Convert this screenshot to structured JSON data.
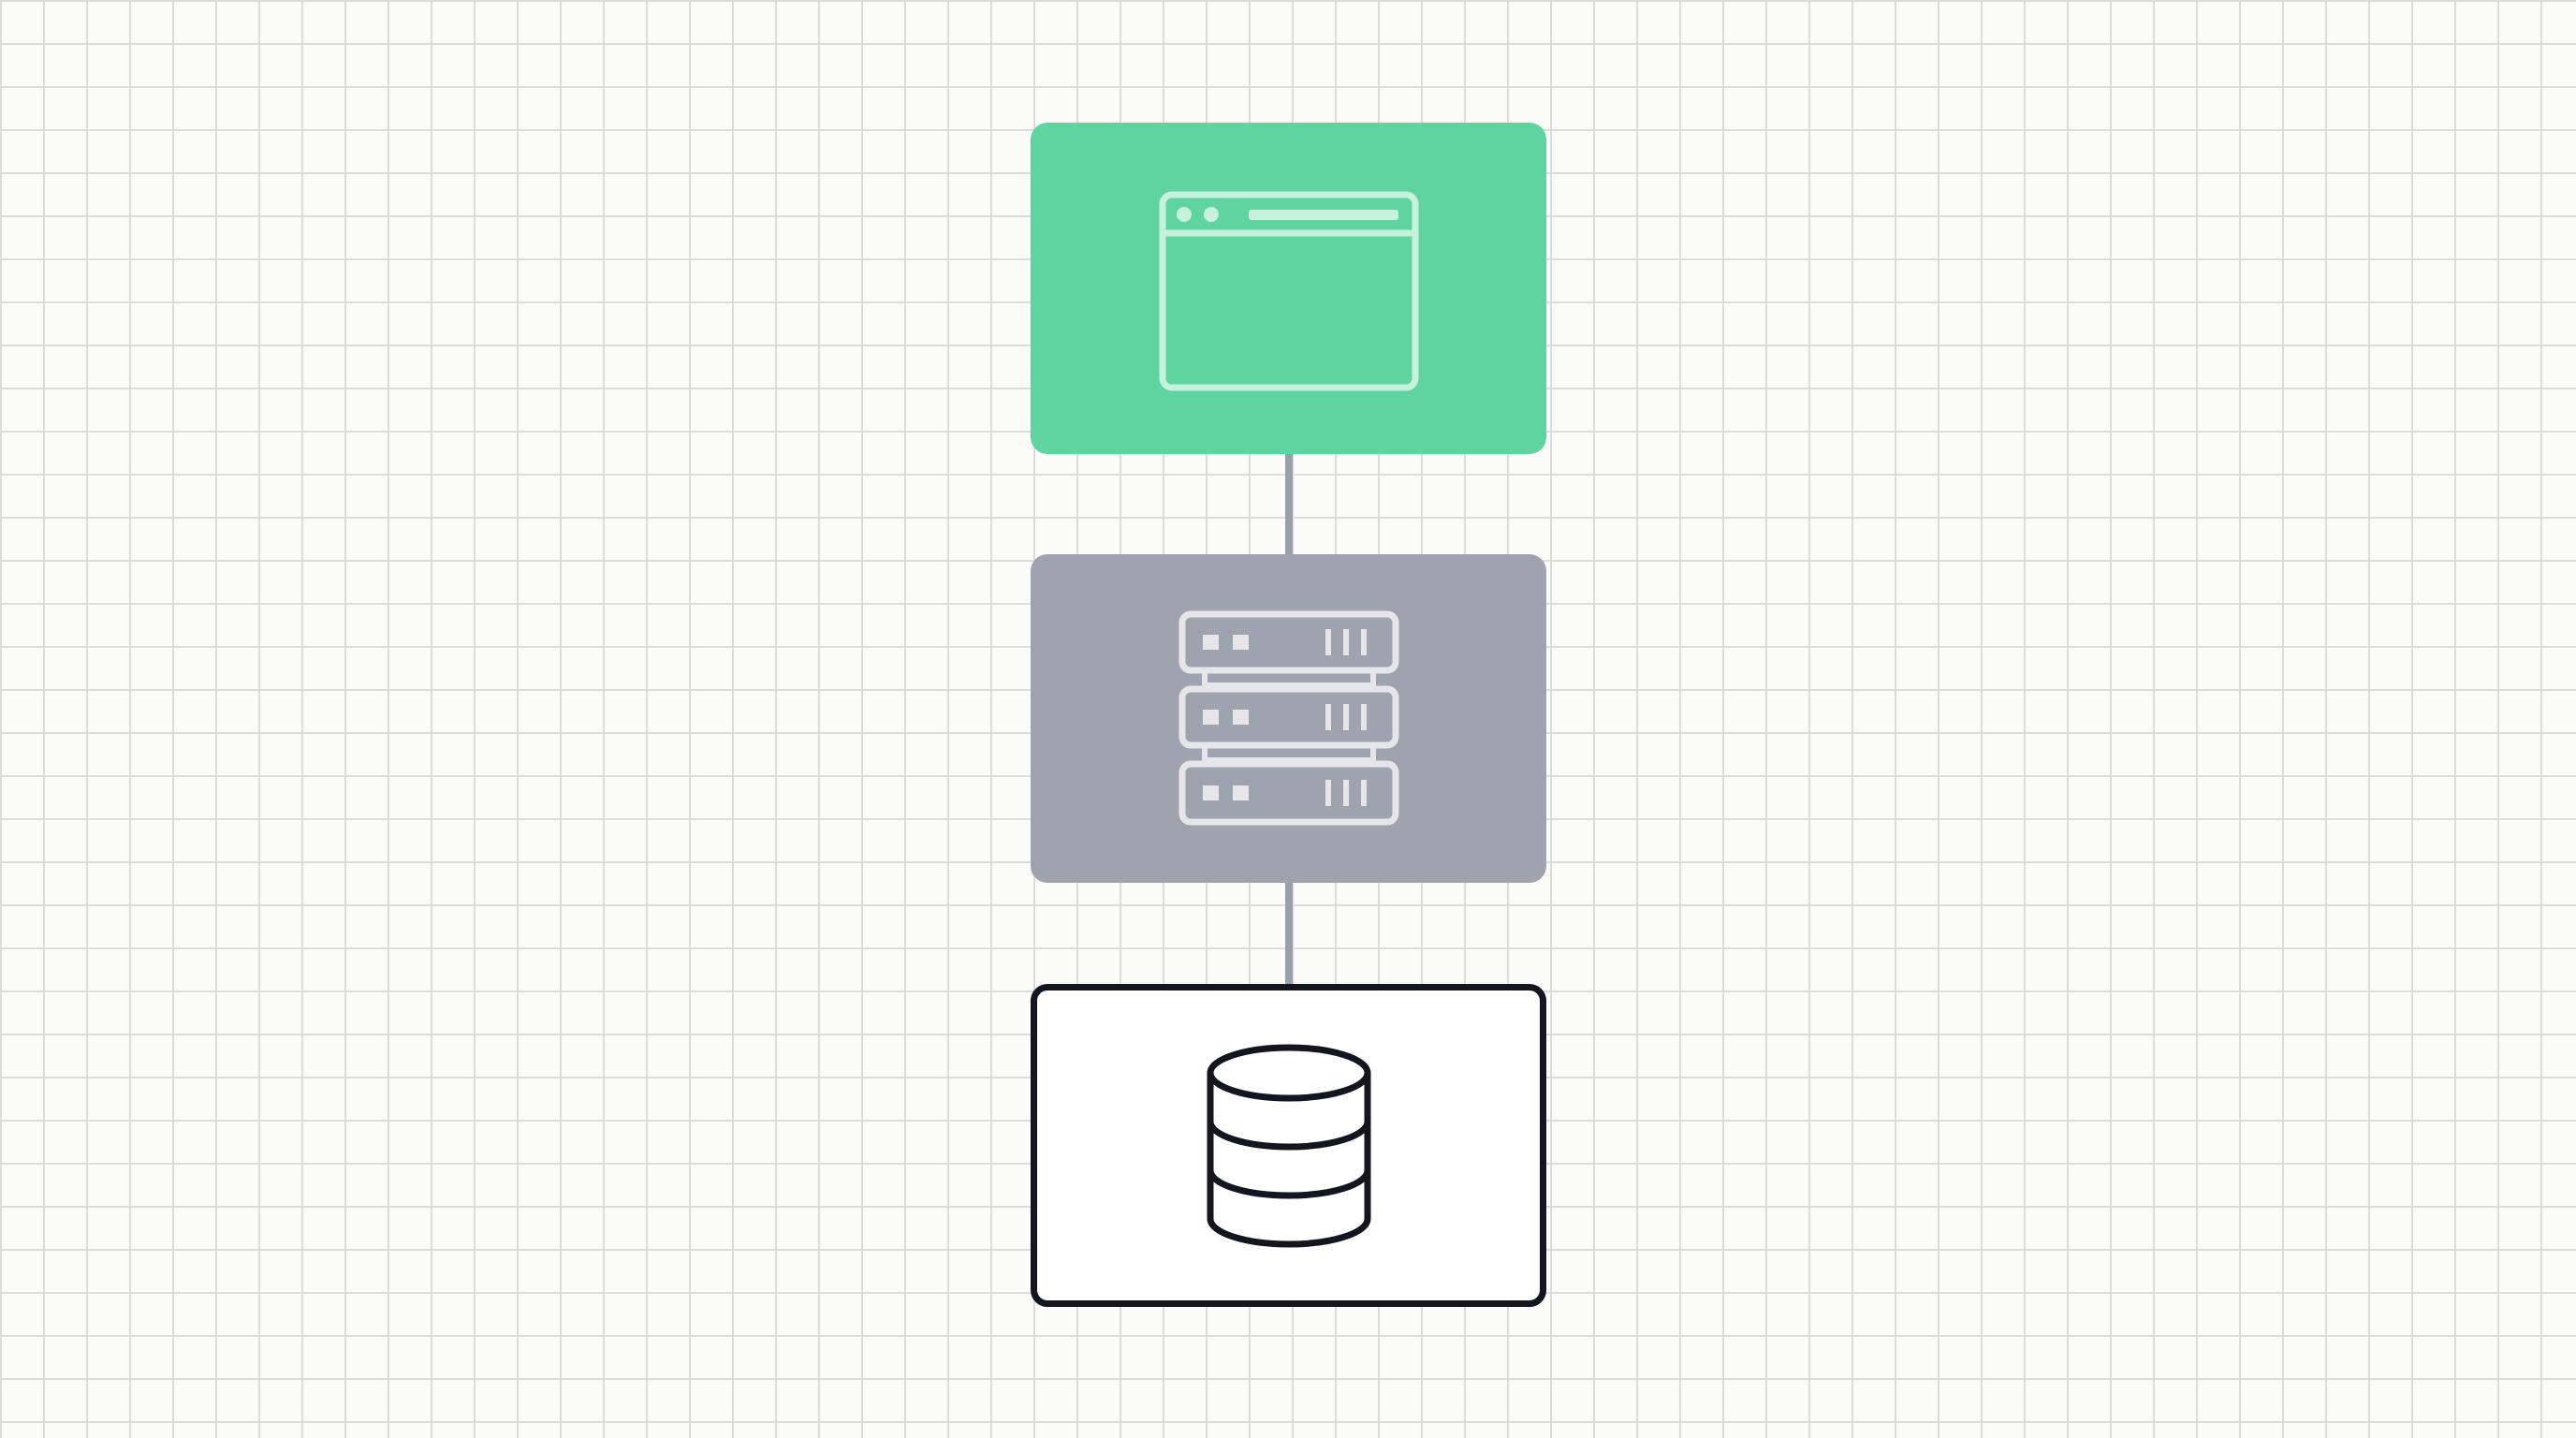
{
  "colors": {
    "background": "#fbfbf9",
    "grid_line": "#dcdcdc",
    "client_fill": "#5fd3a0",
    "client_icon": "#c6f1dc",
    "server_fill": "#9ea3ae",
    "server_icon": "#e4e6ea",
    "database_fill": "#ffffff",
    "database_stroke": "#151520",
    "connector": "#9aa0ab"
  },
  "nodes": [
    {
      "id": "client",
      "icon": "browser-window-icon",
      "label": ""
    },
    {
      "id": "server",
      "icon": "server-rack-icon",
      "label": ""
    },
    {
      "id": "database",
      "icon": "database-icon",
      "label": ""
    }
  ],
  "edges": [
    {
      "from": "client",
      "to": "server"
    },
    {
      "from": "server",
      "to": "database"
    }
  ]
}
